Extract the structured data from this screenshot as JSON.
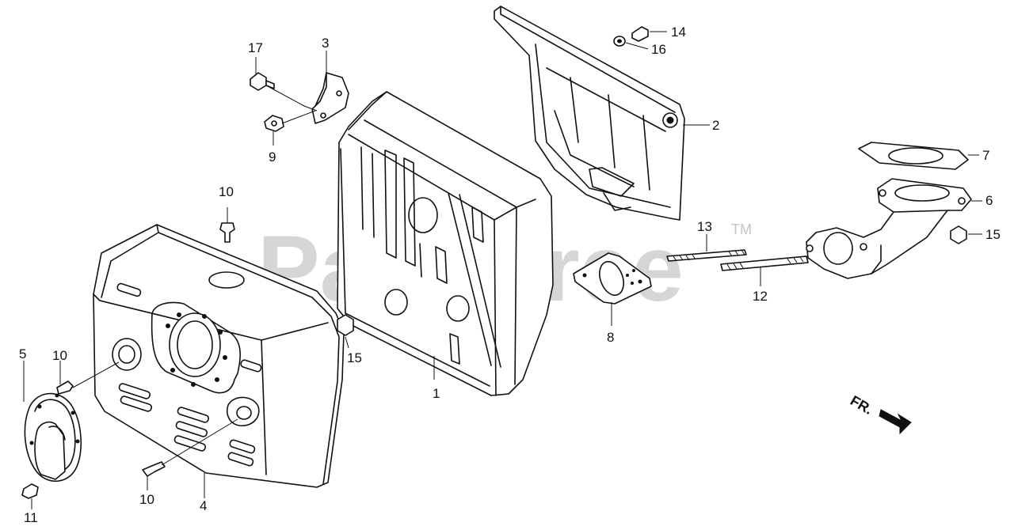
{
  "watermark": {
    "text": "PartsTree",
    "tm": "TM"
  },
  "direction_marker": "FR.",
  "callouts": {
    "c1": "1",
    "c2": "2",
    "c3": "3",
    "c4": "4",
    "c5": "5",
    "c6": "6",
    "c7": "7",
    "c8": "8",
    "c9": "9",
    "c10a": "10",
    "c10b": "10",
    "c10c": "10",
    "c11": "11",
    "c12": "12",
    "c13": "13",
    "c14": "14",
    "c15a": "15",
    "c15b": "15",
    "c16": "16",
    "c17": "17"
  },
  "colors": {
    "line": "#111111",
    "watermark": "#d6d6d6",
    "background": "#ffffff"
  }
}
